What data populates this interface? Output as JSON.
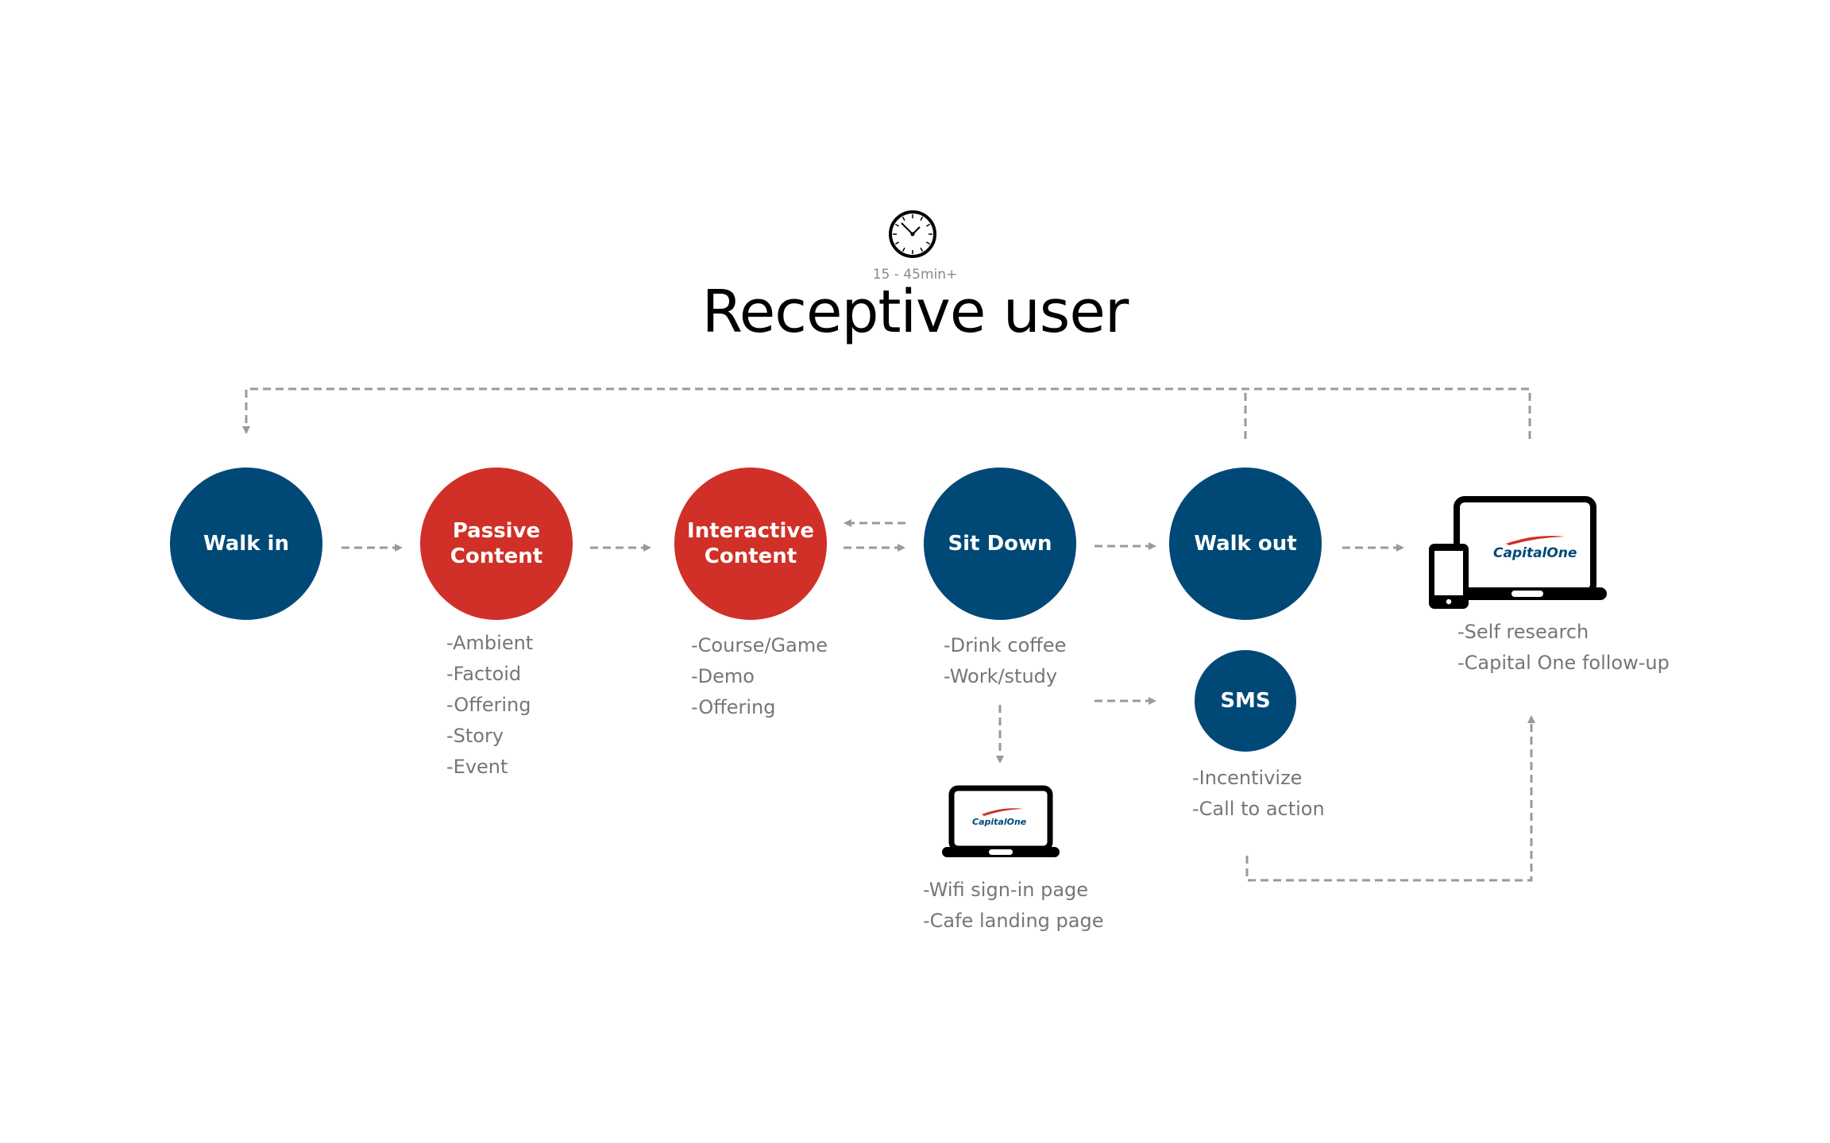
{
  "header": {
    "icon": "clock-icon",
    "duration": "15 - 45min+",
    "title": "Receptive user"
  },
  "colors": {
    "navy": "#004977",
    "red": "#d03027",
    "arrow": "#9a9a9a",
    "text_gray": "#767676"
  },
  "nodes": [
    {
      "id": "walk-in",
      "label": "Walk in",
      "color": "navy"
    },
    {
      "id": "passive-content",
      "label": "Passive Content",
      "line1": "Passive",
      "line2": "Content",
      "color": "red"
    },
    {
      "id": "interactive-content",
      "label": "Interactive Content",
      "line1": "Interactive",
      "line2": "Content",
      "color": "red"
    },
    {
      "id": "sit-down",
      "label": "Sit Down",
      "color": "navy"
    },
    {
      "id": "walk-out",
      "label": "Walk out",
      "color": "navy"
    },
    {
      "id": "sms",
      "label": "SMS",
      "color": "navy"
    }
  ],
  "lists": {
    "passive": [
      "-Ambient",
      "-Factoid",
      "-Offering",
      "-Story",
      "-Event"
    ],
    "interactive": [
      "-Course/Game",
      "-Demo",
      "-Offering"
    ],
    "sitdown": [
      "-Drink coffee",
      "-Work/study"
    ],
    "sms": [
      "-Incentivize",
      "-Call to action"
    ],
    "devices": [
      "-Self research",
      "-Capital One follow-up"
    ],
    "laptop": [
      "-Wifi sign-in page",
      "-Cafe landing page"
    ]
  },
  "devices": {
    "icon": "laptop-phone-icon",
    "brand": "CapitalOne"
  },
  "laptop": {
    "icon": "laptop-icon",
    "brand": "CapitalOne"
  }
}
